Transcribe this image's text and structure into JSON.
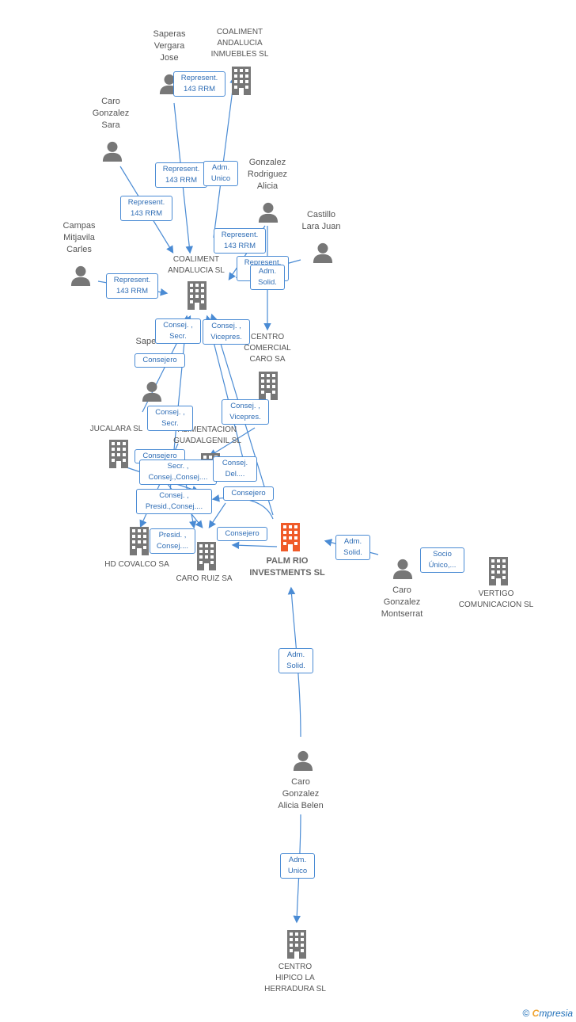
{
  "nodes": {
    "saperas_top": "Saperas\nVergara\nJose",
    "coaliment_inmuebles": "COALIMENT\nANDALUCIA\nINMUEBLES  SL",
    "caro_sara": "Caro\nGonzalez\nSara",
    "gonzalez_alicia": "Gonzalez\nRodriguez\nAlicia",
    "castillo": "Castillo\nLara Juan",
    "campas": "Campas\nMitjavila\nCarles",
    "coaliment_andalucia": "COALIMENT\nANDALUCIA SL",
    "centro_comercial": "CENTRO\nCOMERCIAL\nCARO SA",
    "saperas_mid": "Saperas\nVergara",
    "jucalara": "JUCALARA  SL",
    "alimentacion": "ALIMENTACION\nGUADALGENIL SL",
    "palm_rio": "PALM RIO\nINVESTMENTS SL",
    "hd_covalco": "HD COVALCO SA",
    "caro_ruiz": "CARO RUIZ SA",
    "caro_montserrat": "Caro\nGonzalez\nMontserrat",
    "vertigo": "VERTIGO\nCOMUNICACION SL",
    "caro_alicia_belen": "Caro\nGonzalez\nAlicia Belen",
    "centro_hipico": "CENTRO\nHIPICO LA\nHERRADURA SL"
  },
  "edges": {
    "e1": "Represent.\n143 RRM",
    "e2": "Represent.\n143 RRM",
    "e3": "Adm.\nUnico",
    "e4": "Represent.\n143 RRM",
    "e5": "Represent.\n143 RRM",
    "e6": "Represent.\n143 RRM",
    "e7": "Represent.\n14...",
    "e8": "Adm.\nSolid.",
    "e9": "Consej. ,\nSecr.",
    "e10": "Consej. ,\nVicepres.",
    "e11": "Consejero",
    "e12": "Consej. ,\nSecr.",
    "e13": "Consej. ,\nVicepres.",
    "e14": "Consejero",
    "e15": "Secr. ,\nConsej.,Consej....",
    "e16": "Consej.\nDel....",
    "e17": "Consejero",
    "e18": "Consej. ,\nPresid.,Consej....",
    "e19": "Presid. ,\nConsej....",
    "e20": "Consejero",
    "e21": "Adm.\nSolid.",
    "e22": "Socio\nÚnico,...",
    "e23": "Adm.\nSolid.",
    "e24": "Adm.\nUnico"
  },
  "footer": {
    "copyright": "©",
    "brand_first": "C",
    "brand_rest": "mpresia"
  },
  "colors": {
    "edge": "#4a8bd4",
    "icon": "#777777",
    "main": "#f05a28"
  }
}
